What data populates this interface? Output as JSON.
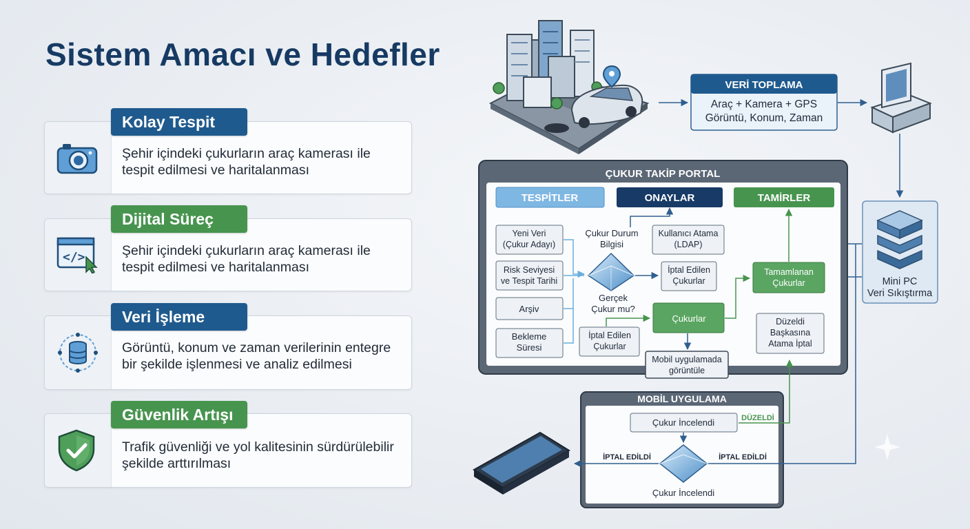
{
  "title": "Sistem Amacı ve Hedefler",
  "cards": [
    {
      "tab": "Kolay Tespit",
      "desc": "Şehir içindeki çukurların araç kamerası ile tespit edilmesi ve haritalanması",
      "icon": "camera-icon"
    },
    {
      "tab": "Dijital Süreç",
      "desc": "Şehir içindeki çukurların araç kamerası ile tespit edilmesi ve haritalanması",
      "icon": "code-window-icon"
    },
    {
      "tab": "Veri İşleme",
      "desc": "Görüntü, konum ve zaman verilerinin entegre bir şekilde işlenmesi ve analiz edilmesi",
      "icon": "database-icon"
    },
    {
      "tab": "Güvenlik Artışı",
      "desc": "Trafik güvenliği ve yol kalitesinin sürdürülebilir şekilde arttırılması",
      "icon": "shield-check-icon"
    }
  ],
  "veri_toplama": {
    "title": "VERİ TOPLAMA",
    "line1": "Araç + Kamera + GPS",
    "line2": "Görüntü, Konum, Zaman"
  },
  "mini_pc": {
    "line1": "Mini PC",
    "line2": "Veri Sıkıştırma"
  },
  "portal": {
    "title": "ÇUKUR TAKİP PORTAL",
    "headers": {
      "tespitler": "TESPİTLER",
      "onaylar": "ONAYLAR",
      "tamirler": "TAMİRLER"
    },
    "yeni_veri": [
      "Yeni Veri",
      "(Çukur Adayı)"
    ],
    "risk": [
      "Risk Seviyesi",
      "ve Tespit Tarihi"
    ],
    "arsiv": "Arşiv",
    "bekleme": [
      "Bekleme",
      "Süresi"
    ],
    "durum": [
      "Çukur Durum",
      "Bilgisi"
    ],
    "gercek": [
      "Gerçek",
      "Çukur mu?"
    ],
    "kullanici": [
      "Kullanıcı Atama",
      "(LDAP)"
    ],
    "iptal1": [
      "İptal Edilen",
      "Çukurlar"
    ],
    "iptal2": [
      "İptal Edilen",
      "Çukurlar"
    ],
    "cukurlar": "Çukurlar",
    "mobil_goruntule": [
      "Mobil uygulamada",
      "görüntüle"
    ],
    "tamamlanan": [
      "Tamamlanan",
      "Çukurlar"
    ],
    "duzeldi": [
      "Düzeldi",
      "Başkasına",
      "Atama İptal"
    ]
  },
  "mobil": {
    "title": "MOBİL UYGULAMA",
    "incelendi_box": "Çukur İncelendi",
    "duzeldi": "DÜZELDİ",
    "iptal_left": "İPTAL EDİLDİ",
    "iptal_right": "İPTAL EDİLDİ",
    "incelendi_label": "Çukur İncelendi"
  },
  "colors": {
    "navy": "#163a63",
    "blue": "#1f5a8e",
    "green": "#47944f",
    "light_blue": "#6aaede",
    "line_blue": "#2f5f8f"
  }
}
